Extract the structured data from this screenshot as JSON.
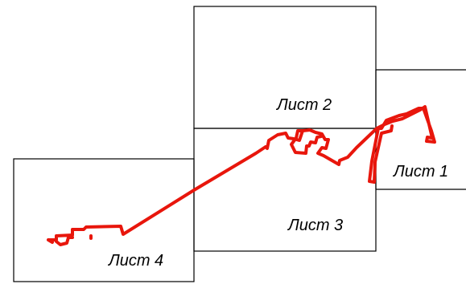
{
  "map": {
    "sheets": [
      {
        "id": "sheet-1",
        "label": "Лист 1"
      },
      {
        "id": "sheet-2",
        "label": "Лист 2"
      },
      {
        "id": "sheet-3",
        "label": "Лист 3"
      },
      {
        "id": "sheet-4",
        "label": "Лист 4"
      }
    ],
    "route": {
      "color": "#e8160c"
    }
  }
}
